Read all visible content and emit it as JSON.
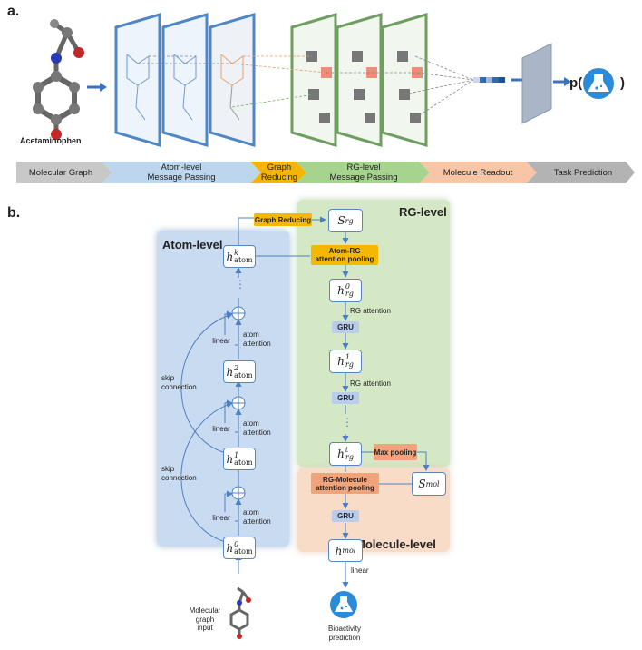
{
  "panel_a": {
    "label": "a.",
    "molecule_name": "Acetaminophen",
    "output_label": "p(",
    "output_close": ")",
    "stages": [
      {
        "text": "Molecular Graph",
        "color": "#c8c8c8"
      },
      {
        "text": "Atom-level\nMessage Passing",
        "color": "#bcd6ee"
      },
      {
        "text": "Graph\nReducing",
        "color": "#f4b400"
      },
      {
        "text": "RG-level\nMessage Passing",
        "color": "#a6d38e"
      },
      {
        "text": "Molecule Readout",
        "color": "#f6c6a6"
      },
      {
        "text": "Task Prediction",
        "color": "#b3b3b3"
      }
    ]
  },
  "panel_b": {
    "label": "b.",
    "region_atom": "Atom-level",
    "region_rg": "RG-level",
    "region_mol": "Molecule-level",
    "graph_reducing": "Graph Reducing",
    "atom_rg_pool": "Atom-RG\nattention pooling",
    "max_pooling": "Max pooling",
    "rg_mol_pool": "RG-Molecule\nattention pooling",
    "gru": "GRU",
    "linear": "linear",
    "atom_attention": "atom\nattention",
    "skip_connection": "skip\nconnection",
    "rg_attention": "RG attention",
    "input_label": "Molecular\ngraph\ninput",
    "output_label": "Bioactivity\nprediction",
    "nodes": {
      "s_rg_base": "S",
      "s_rg_sub": "rg",
      "s_mol_base": "S",
      "s_mol_sub": "mol",
      "h_mol_base": "h",
      "h_mol_sub": "mol",
      "h_rg_base": "h",
      "h_rg_sub": "rg",
      "h_atom_base": "h",
      "h_atom_sub": "atom",
      "sup_k": "k",
      "sup_0": "0",
      "sup_1": "1",
      "sup_2": "2",
      "sup_t": "t"
    },
    "dots": "⋮"
  },
  "colors": {
    "atom_region": "#c9dbf0",
    "rg_region": "#d5e8c5",
    "mol_region": "#f9dcc8",
    "arrow": "#4f7fc0",
    "node_border": "#5a86c0"
  }
}
